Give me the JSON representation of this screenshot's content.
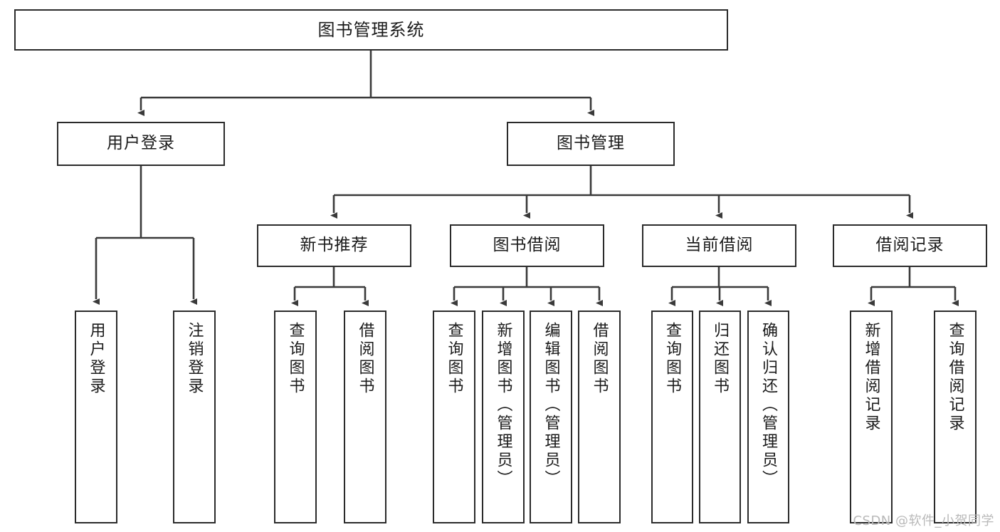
{
  "diagram": {
    "title": "图书管理系统",
    "type": "tree-hierarchy",
    "colors": {
      "box_border": "#2b2b2b",
      "box_fill": "#ffffff",
      "connector": "#3a3a3a",
      "text": "#1b1b1b",
      "watermark": "#b9b9b9"
    },
    "root": {
      "label": "图书管理系统"
    },
    "level2": [
      {
        "label": "用户登录"
      },
      {
        "label": "图书管理"
      }
    ],
    "level3": [
      {
        "label": "新书推荐"
      },
      {
        "label": "图书借阅"
      },
      {
        "label": "当前借阅"
      },
      {
        "label": "借阅记录"
      }
    ],
    "leaves": {
      "user_login": [
        {
          "label": "用户登录"
        },
        {
          "label": "注销登录"
        }
      ],
      "new_book": [
        {
          "label": "查询图书"
        },
        {
          "label": "借阅图书"
        }
      ],
      "book_borrow": [
        {
          "label": "查询图书"
        },
        {
          "label": "新增图书（管理员）"
        },
        {
          "label": "编辑图书（管理员）"
        },
        {
          "label": "借阅图书"
        }
      ],
      "current_borrow": [
        {
          "label": "查询图书"
        },
        {
          "label": "归还图书"
        },
        {
          "label": "确认归还（管理员）"
        }
      ],
      "borrow_record": [
        {
          "label": "新增借阅记录"
        },
        {
          "label": "查询借阅记录"
        }
      ]
    },
    "watermark": "CSDN @软件_小贺同学"
  }
}
